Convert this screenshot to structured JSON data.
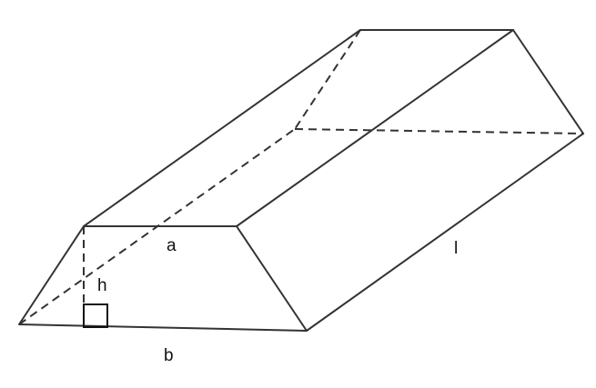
{
  "figure": {
    "labels": {
      "top_base": "a",
      "bottom_base": "b",
      "height": "h",
      "length": "l"
    },
    "stroke_color": "#333333",
    "background_color": "#ffffff"
  }
}
